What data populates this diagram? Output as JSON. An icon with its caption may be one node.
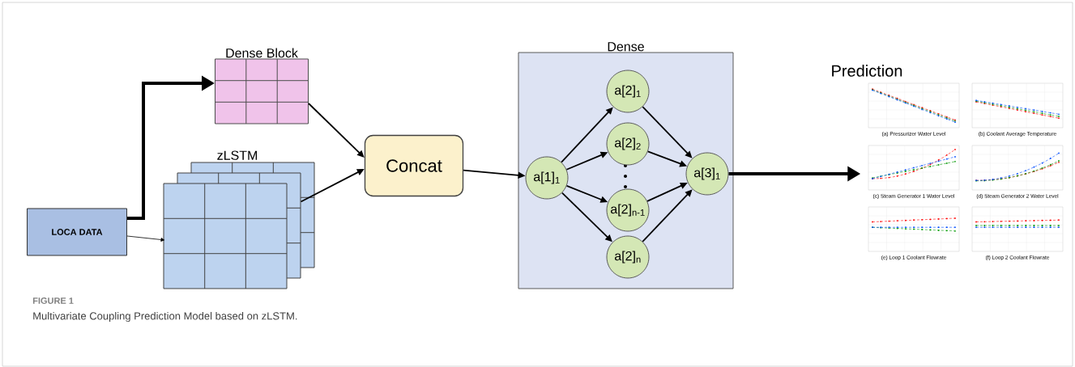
{
  "diagram": {
    "caption": "Multivariate Coupling Prediction Model based on zLSTM.",
    "nodes": [
      {
        "text": [
          "LOCA DATA"
        ]
      },
      {
        "text": [
          "Dense Block"
        ]
      },
      {
        "text": [
          "zLSTM"
        ]
      },
      {
        "text": [
          "Concat"
        ]
      },
      {
        "text": [
          "Dense"
        ]
      },
      {
        "text": [
          "a[1]$_{1}$"
        ],
        "in": 4
      },
      {
        "text": [
          "a[2]$_{1}$"
        ],
        "in": 4
      },
      {
        "text": [
          "a[2]$_{2}$"
        ],
        "in": 4
      },
      {
        "text": [
          "a[2]$_{n-1}$"
        ],
        "in": 4
      },
      {
        "text": [
          "a[2]$_{n}$"
        ],
        "in": 4
      },
      {
        "text": [
          "a[3]$_{1}$"
        ],
        "in": 4
      },
      {
        "text": [
          "Prediction"
        ]
      }
    ],
    "edges": [
      {
        "from": 0,
        "to": 1,
        "arrow": "to",
        "style": "thick"
      },
      {
        "from": 0,
        "to": 2,
        "arrow": "to"
      },
      {
        "from": 1,
        "to": 3,
        "arrow": "to"
      },
      {
        "from": 2,
        "to": 3,
        "arrow": "to"
      },
      {
        "from": 3,
        "to": 5,
        "arrow": "to"
      },
      {
        "from": 5,
        "to": 6,
        "arrow": "to"
      },
      {
        "from": 5,
        "to": 7,
        "arrow": "to"
      },
      {
        "from": 5,
        "to": 8,
        "arrow": "to"
      },
      {
        "from": 5,
        "to": 9,
        "arrow": "to"
      },
      {
        "from": 6,
        "to": 10,
        "arrow": "to"
      },
      {
        "from": 7,
        "to": 10,
        "arrow": "to"
      },
      {
        "from": 8,
        "to": 10,
        "arrow": "to"
      },
      {
        "from": 9,
        "to": 10,
        "arrow": "to"
      },
      {
        "from": 10,
        "to": 11,
        "arrow": "to",
        "style": "thick"
      }
    ],
    "labels": [
      "(a) Pressurizer Water Level",
      "(b) Coolant Average Temperature",
      "(c) Steam Generator 1 Water Level",
      "(d) Steam Generator 2 Water Level",
      "(e) Loop 1 Coolant Flowrate",
      "(f) Loop 2 Coolant Flowrate",
      "FIGURE 1"
    ]
  }
}
